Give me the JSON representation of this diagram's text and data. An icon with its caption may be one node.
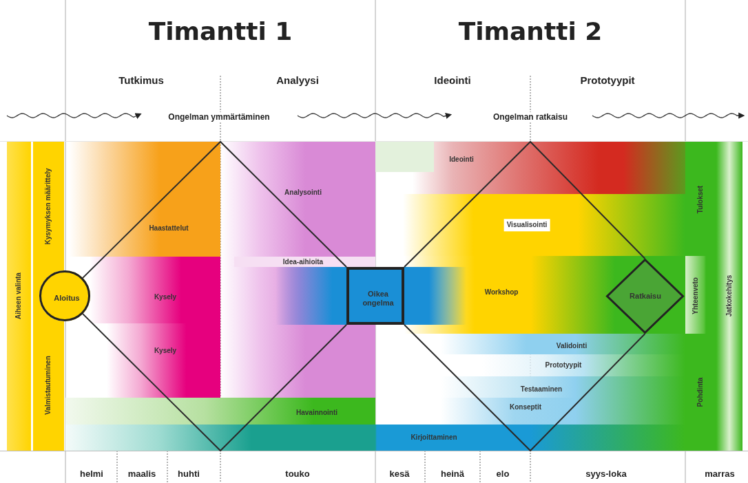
{
  "diagram": {
    "nodes": [
      {
        "text": [
          "Aiheen valinta"
        ]
      },
      {
        "text": [
          "Kysymyksen määrittely"
        ]
      },
      {
        "text": [
          "Valmistautuminen"
        ]
      },
      {
        "text": [
          "Aloitus"
        ]
      },
      {
        "text": [
          "Haastattelut"
        ]
      },
      {
        "text": [
          "Kysely"
        ]
      },
      {
        "text": [
          "Kysely"
        ]
      },
      {
        "text": [
          "Analysointi"
        ]
      },
      {
        "text": [
          "Idea-aihioita"
        ],
        "in": 7
      },
      {
        "text": [],
        "shape": "bar",
        "in": 7
      },
      {
        "text": [
          "Havainnointi"
        ]
      },
      {
        "text": [
          "Kirjoittaminen"
        ]
      },
      {
        "text": [
          "Ideointi"
        ]
      },
      {
        "text": [],
        "shape": "bar",
        "in": 12
      },
      {
        "text": [
          "Visualisointi"
        ]
      },
      {
        "text": [
          "Oikea ongelma"
        ]
      },
      {
        "text": [
          "Workshop"
        ]
      },
      {
        "text": [],
        "shape": "bar",
        "in": 16
      },
      {
        "text": [
          "Ratkaisu"
        ],
        "in": 16
      },
      {
        "text": [
          "Validointi"
        ]
      },
      {
        "text": [
          "Prototyypit"
        ]
      },
      {
        "text": [
          "Testaaminen"
        ]
      },
      {
        "text": [
          "Konseptit"
        ]
      },
      {
        "text": [
          "Tulokset"
        ]
      },
      {
        "text": [
          "Yhteenveto"
        ]
      },
      {
        "text": [
          "Pohdinta"
        ]
      },
      {
        "text": [
          "Jatkokehitys"
        ]
      }
    ],
    "labels": [
      "Timantti 1",
      "Timantti 2",
      "Tutkimus",
      "Analyysi",
      "Ideointi",
      "Prototyypit",
      "Ongelman ymmärtäminen",
      "Ongelman ratkaisu",
      "helmi",
      "maalis",
      "huhti",
      "touko",
      "kesä",
      "heinä",
      "elo",
      "syys-loka",
      "marras"
    ]
  }
}
